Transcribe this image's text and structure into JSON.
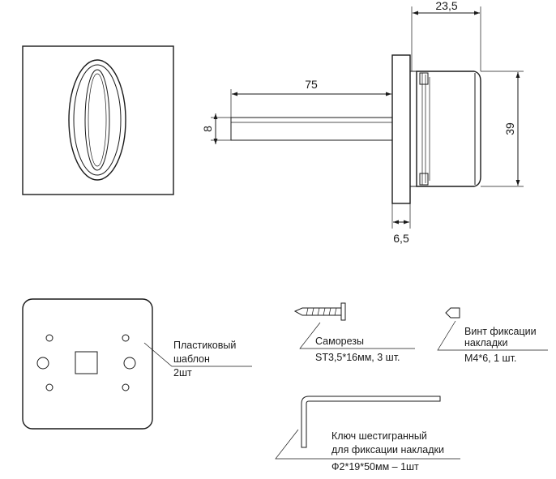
{
  "dimensions": {
    "shaft_length": "75",
    "shaft_diameter": "8",
    "knob_depth": "23,5",
    "knob_height": "39",
    "plate_thickness": "6,5"
  },
  "parts": {
    "template": {
      "line1": "Пластиковый",
      "line2": "шаблон",
      "qty": "2шт"
    },
    "screws": {
      "name": "Саморезы",
      "spec": "ST3,5*16мм, 3 шт."
    },
    "set_screw": {
      "line1": "Винт фиксации",
      "line2": "накладки",
      "spec": "М4*6, 1 шт."
    },
    "hex_key": {
      "line1": "Ключ шестигранный",
      "line2": "для фиксации накладки",
      "spec": "Ф2*19*50мм – 1шт"
    }
  }
}
